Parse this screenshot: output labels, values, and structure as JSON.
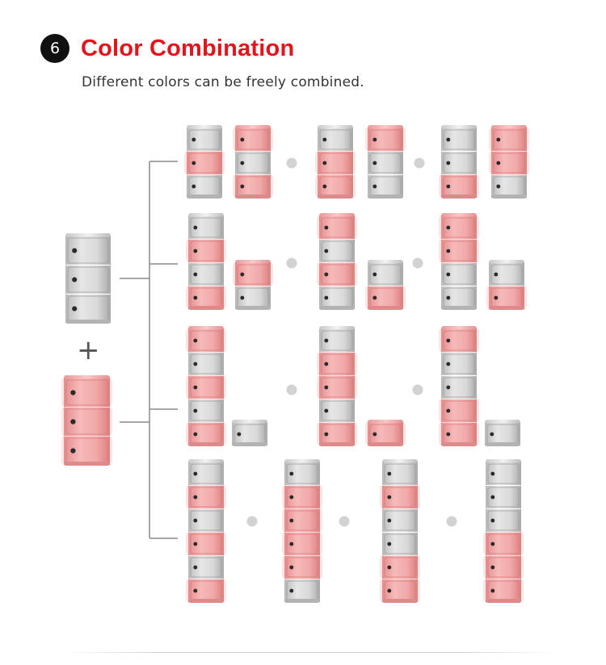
{
  "header": {
    "step_number": "6",
    "title": "Color Combination",
    "subtitle": "Different colors can be freely combined."
  },
  "colors": {
    "accent": "#e3141c",
    "white_drawer": "#dcdcdc",
    "pink_drawer": "#eea3a3",
    "connector": "#8a8a8a",
    "separator_dot": "#d2d2d2"
  },
  "base_units": {
    "white_unit": {
      "color": "white",
      "drawers": 3
    },
    "pink_unit": {
      "color": "pink",
      "drawers": 3
    },
    "plus_symbol": "+"
  },
  "combination_rows": [
    {
      "name": "two-stacks-three-each",
      "groups": [
        [
          [
            "W",
            "P",
            "W"
          ],
          [
            "P",
            "W",
            "P"
          ]
        ],
        [
          [
            "W",
            "P",
            "P"
          ],
          [
            "P",
            "W",
            "W"
          ]
        ],
        [
          [
            "W",
            "W",
            "P"
          ],
          [
            "P",
            "P",
            "W"
          ]
        ]
      ]
    },
    {
      "name": "four-plus-two",
      "groups": [
        [
          [
            "W",
            "P",
            "W",
            "P"
          ],
          [
            "P",
            "W"
          ]
        ],
        [
          [
            "P",
            "W",
            "P",
            "W"
          ],
          [
            "W",
            "P"
          ]
        ],
        [
          [
            "P",
            "P",
            "W",
            "W"
          ],
          [
            "W",
            "P"
          ]
        ]
      ]
    },
    {
      "name": "five-plus-one",
      "groups": [
        [
          [
            "P",
            "W",
            "P",
            "W",
            "P"
          ],
          [
            "W"
          ]
        ],
        [
          [
            "W",
            "P",
            "P",
            "W",
            "P"
          ],
          [
            "P"
          ]
        ],
        [
          [
            "P",
            "W",
            "W",
            "P",
            "P"
          ],
          [
            "W"
          ]
        ]
      ]
    },
    {
      "name": "six-stack",
      "groups": [
        [
          [
            "W",
            "P",
            "W",
            "P",
            "W",
            "P"
          ]
        ],
        [
          [
            "W",
            "P",
            "P",
            "P",
            "P",
            "W"
          ]
        ],
        [
          [
            "W",
            "P",
            "W",
            "W",
            "P",
            "P"
          ]
        ],
        [
          [
            "W",
            "W",
            "W",
            "P",
            "P",
            "P"
          ]
        ]
      ]
    }
  ]
}
